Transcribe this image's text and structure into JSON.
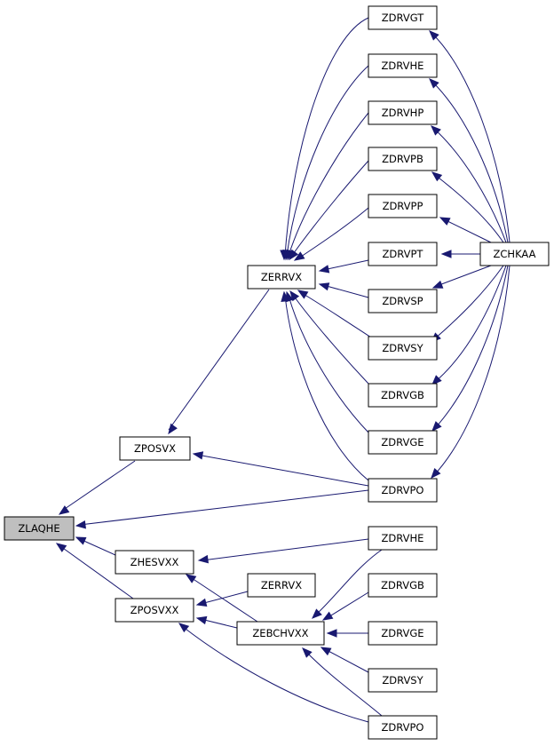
{
  "nodes": {
    "zlaqhe": "ZLAQHE",
    "zposvx": "ZPOSVX",
    "zhesvxx": "ZHESVXX",
    "zposvxx": "ZPOSVXX",
    "zerrvx_top": "ZERRVX",
    "zchkaa": "ZCHKAA",
    "zdrvgt": "ZDRVGT",
    "zdrvhe_top": "ZDRVHE",
    "zdrvhp": "ZDRVHP",
    "zdrvpb": "ZDRVPB",
    "zdrvpp": "ZDRVPP",
    "zdrvpt": "ZDRVPT",
    "zdrvsp": "ZDRVSP",
    "zdrvsy_top": "ZDRVSY",
    "zdrvgb_top": "ZDRVGB",
    "zdrvge_top": "ZDRVGE",
    "zdrvpo_top": "ZDRVPO",
    "zerrvx_bottom": "ZERRVX",
    "zebchvxx": "ZEBCHVXX",
    "zdrvhe_bottom": "ZDRVHE",
    "zdrvgb_bottom": "ZDRVGB",
    "zdrvge_bottom": "ZDRVGE",
    "zdrvsy_bottom": "ZDRVSY",
    "zdrvpo_bottom": "ZDRVPO"
  },
  "colors": {
    "edge": "#191970",
    "root_fill": "#bfbfbf",
    "node_fill": "#ffffff"
  }
}
